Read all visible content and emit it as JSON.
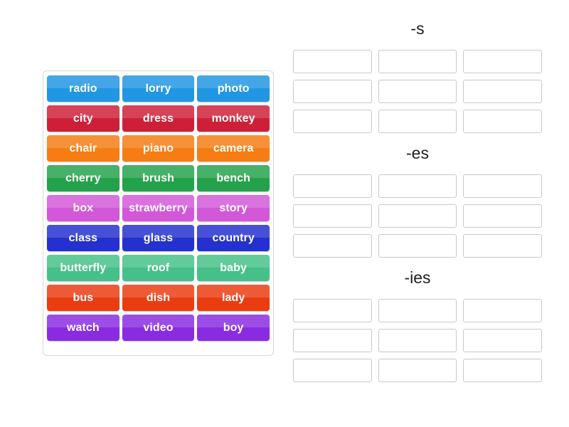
{
  "activity": {
    "type": "word-sort",
    "tray": {
      "columns": 3,
      "rows": 9,
      "tiles": [
        {
          "label": "radio",
          "color": "#2196e3"
        },
        {
          "label": "lorry",
          "color": "#2196e3"
        },
        {
          "label": "photo",
          "color": "#2196e3"
        },
        {
          "label": "city",
          "color": "#cf1f38"
        },
        {
          "label": "dress",
          "color": "#cf1f38"
        },
        {
          "label": "monkey",
          "color": "#cf1f38"
        },
        {
          "label": "chair",
          "color": "#f57d14"
        },
        {
          "label": "piano",
          "color": "#f57d14"
        },
        {
          "label": "camera",
          "color": "#f57d14"
        },
        {
          "label": "cherry",
          "color": "#23a24b"
        },
        {
          "label": "brush",
          "color": "#23a24b"
        },
        {
          "label": "bench",
          "color": "#23a24b"
        },
        {
          "label": "box",
          "color": "#d357d9"
        },
        {
          "label": "strawberry",
          "color": "#d357d9"
        },
        {
          "label": "story",
          "color": "#d357d9"
        },
        {
          "label": "class",
          "color": "#2430cf"
        },
        {
          "label": "glass",
          "color": "#2430cf"
        },
        {
          "label": "country",
          "color": "#2430cf"
        },
        {
          "label": "butterfly",
          "color": "#45c088"
        },
        {
          "label": "roof",
          "color": "#45c088"
        },
        {
          "label": "baby",
          "color": "#45c088"
        },
        {
          "label": "bus",
          "color": "#ea3c10"
        },
        {
          "label": "dish",
          "color": "#ea3c10"
        },
        {
          "label": "lady",
          "color": "#ea3c10"
        },
        {
          "label": "watch",
          "color": "#8a2be2"
        },
        {
          "label": "video",
          "color": "#8a2be2"
        },
        {
          "label": "boy",
          "color": "#8a2be2"
        }
      ]
    },
    "groups": [
      {
        "title": "-s",
        "slot_count": 9,
        "slots": [
          "",
          "",
          "",
          "",
          "",
          "",
          "",
          "",
          ""
        ]
      },
      {
        "title": "-es",
        "slot_count": 9,
        "slots": [
          "",
          "",
          "",
          "",
          "",
          "",
          "",
          "",
          ""
        ]
      },
      {
        "title": "-ies",
        "slot_count": 9,
        "slots": [
          "",
          "",
          "",
          "",
          "",
          "",
          "",
          "",
          ""
        ]
      }
    ]
  },
  "colors": {
    "background": "#ffffff",
    "tray_border": "#d8d8d8",
    "slot_border": "#c9c9c9",
    "title_text": "#202020",
    "tile_text": "#ffffff"
  }
}
